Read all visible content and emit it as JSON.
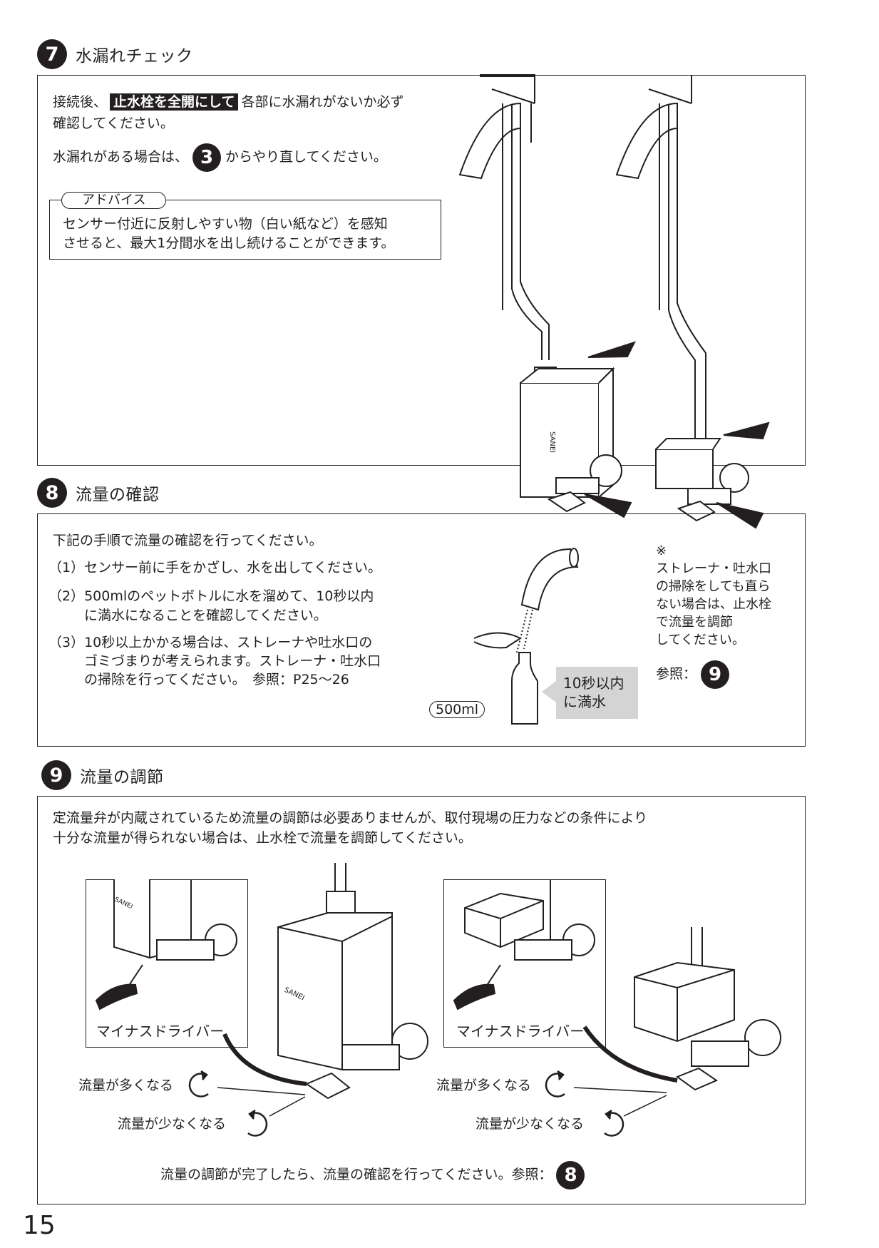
{
  "section7": {
    "number": "7",
    "title": "水漏れチェック",
    "line1_pre": "接続後、",
    "line1_highlight": "止水栓を全開にして",
    "line1_post": "各部に水漏れがないか必ず",
    "line2": "確認してください。",
    "line3_pre": "水漏れがある場合は、",
    "line3_ref": "3",
    "line3_post": "からやり直してください。",
    "advice_tag": "アドバイス",
    "advice_line1": "センサー付近に反射しやすい物（白い紙など）を感知",
    "advice_line2": "させると、最大1分間水を出し続けることができます。",
    "brand": "SANEI"
  },
  "section8": {
    "number": "8",
    "title": "流量の確認",
    "intro": "下記の手順で流量の確認を行ってください。",
    "step1": "（1）センサー前に手をかざし、水を出してください。",
    "step2_line1": "（2）500mlのペットボトルに水を溜めて、10秒以内",
    "step2_line2": "に満水になることを確認してください。",
    "step3_line1": "（3）10秒以上かかる場合は、ストレーナや吐水口の",
    "step3_line2": "ゴミづまりが考えられます。ストレーナ・吐水口",
    "step3_line3": "の掃除を行ってください。　参照：P25～26",
    "bottle_label": "500ml",
    "note_line1": "10秒以内",
    "note_line2": "に満水",
    "side_mark": "※",
    "side_line1": "ストレーナ・吐水口",
    "side_line2": "の掃除をしても直ら",
    "side_line3": "ない場合は、止水栓",
    "side_line4": "で流量を調節",
    "side_line5": "してください。",
    "side_ref_label": "参照：",
    "side_ref_num": "9"
  },
  "section9": {
    "number": "9",
    "title": "流量の調節",
    "intro_line1": "定流量弁が内蔵されているため流量の調節は必要ありませんが、取付現場の圧力などの条件により",
    "intro_line2": "十分な流量が得られない場合は、止水栓で流量を調節してください。",
    "driver_label_left": "マイナスドライバー",
    "driver_label_right": "マイナスドライバー",
    "more_left": "流量が多くなる",
    "less_left": "流量が少なくなる",
    "more_right": "流量が多くなる",
    "less_right": "流量が少なくなる",
    "footer_text": "流量の調節が完了したら、流量の確認を行ってください。参照：",
    "footer_ref": "8",
    "brand": "SANEI"
  },
  "page_number": "15"
}
